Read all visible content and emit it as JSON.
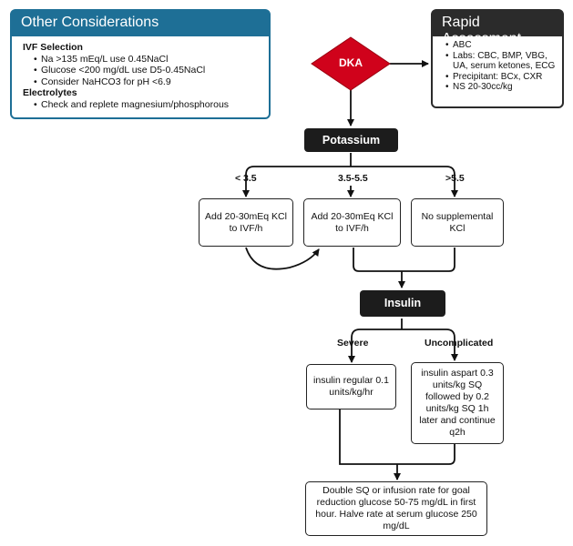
{
  "other": {
    "title": "Other Considerations",
    "section1_title": "IVF Selection",
    "section1_items": [
      "Na >135 mEq/L use 0.45NaCl",
      "Glucose <200 mg/dL use D5-0.45NaCl",
      "Consider NaHCO3 for pH <6.9"
    ],
    "section2_title": "Electrolytes",
    "section2_items": [
      "Check and replete magnesium/phosphorous"
    ]
  },
  "rapid": {
    "title": "Rapid Assessment",
    "items": [
      "ABC",
      "Labs: CBC, BMP, VBG, UA, serum ketones, ECG",
      "Precipitant: BCx, CXR",
      "NS 20-30cc/kg"
    ]
  },
  "dka": {
    "label": "DKA"
  },
  "potassium": {
    "label": "Potassium",
    "branches": [
      "< 3.5",
      "3.5-5.5",
      ">5.5"
    ],
    "boxes": [
      "Add 20-30mEq KCl to IVF/h",
      "Add 20-30mEq KCl to IVF/h",
      "No supplemental KCl"
    ]
  },
  "insulin": {
    "label": "Insulin",
    "branches": [
      "Severe",
      "Uncomplicated"
    ],
    "boxes": [
      "insulin regular 0.1 units/kg/hr",
      "insulin aspart 0.3 units/kg SQ followed by 0.2 units/kg SQ 1h later and continue q2h"
    ]
  },
  "final": {
    "text": "Double SQ or infusion rate for goal reduction glucose 50-75 mg/dL in first hour. Halve rate at serum glucose 250 mg/dL"
  },
  "colors": {
    "other_accent": "#1e6f96",
    "rapid_accent": "#2b2b2b",
    "dka_fill": "#d0021b",
    "pill_fill": "#1c1c1c"
  }
}
